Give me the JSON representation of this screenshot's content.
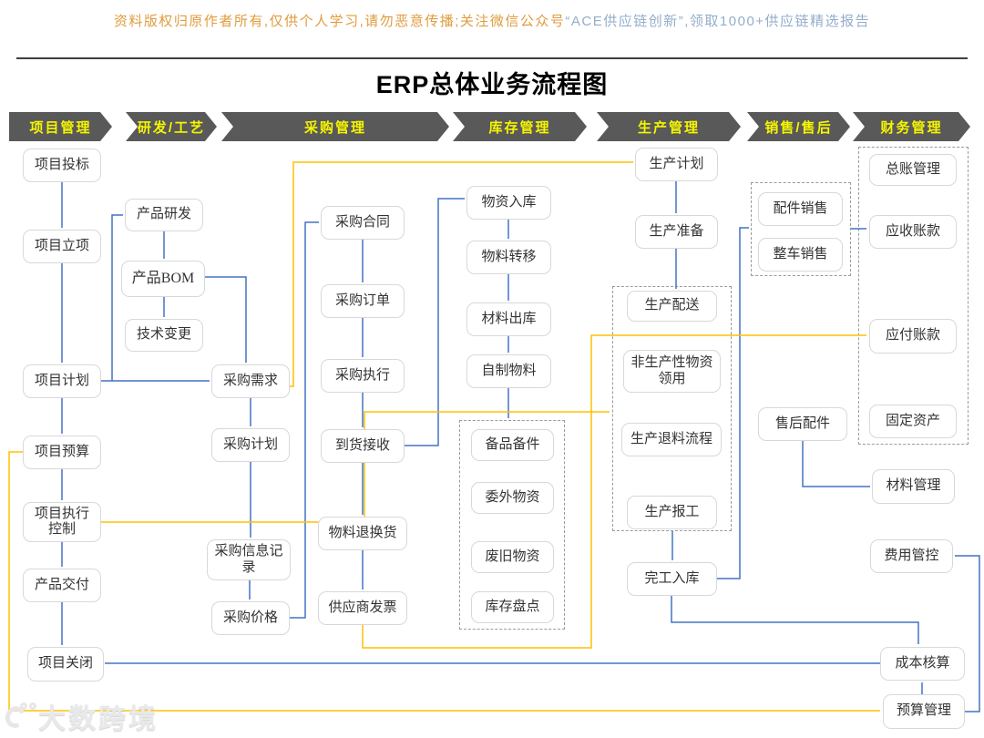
{
  "notice": {
    "part1": "资料版权归原作者所有,仅供个人学习,请勿恶意传播;关注微信公众号",
    "part2": "“ACE供应链创新”",
    "part3": ",领取1000+供应链精选报告"
  },
  "title": "ERP总体业务流程图",
  "lanes": [
    {
      "label": "项目管理"
    },
    {
      "label": "研发/工艺"
    },
    {
      "label": "采购管理"
    },
    {
      "label": "库存管理"
    },
    {
      "label": "生产管理"
    },
    {
      "label": "销售/售后"
    },
    {
      "label": "财务管理"
    }
  ],
  "nodes": {
    "project_bid": "项目投标",
    "project_initiation": "项目立项",
    "project_plan": "项目计划",
    "project_budget": "项目预算",
    "project_execution_control": "项目执行控制",
    "product_delivery": "产品交付",
    "project_close": "项目关闭",
    "product_rd": "产品研发",
    "product_bom": "产品BOM",
    "tech_change": "技术变更",
    "purchase_demand": "采购需求",
    "purchase_plan": "采购计划",
    "purchase_info_record": "采购信息记录",
    "purchase_price": "采购价格",
    "purchase_contract": "采购合同",
    "purchase_order": "采购订单",
    "purchase_execution": "采购执行",
    "goods_receipt": "到货接收",
    "material_return_exchange": "物料退换货",
    "supplier_invoice": "供应商发票",
    "material_inbound": "物资入库",
    "material_transfer": "物料转移",
    "material_outbound": "材料出库",
    "self_made_material": "自制物料",
    "spare_parts": "备品备件",
    "outsourced_material": "委外物资",
    "scrap_material": "废旧物资",
    "inventory_count": "库存盘点",
    "production_plan": "生产计划",
    "production_prep": "生产准备",
    "production_distribution": "生产配送",
    "non_production_material_requisition": "非生产性物资领用",
    "production_return_process": "生产退料流程",
    "production_reporting": "生产报工",
    "finished_goods_inbound": "完工入库",
    "parts_sales": "配件销售",
    "vehicle_sales": "整车销售",
    "aftersales_parts": "售后配件",
    "general_ledger": "总账管理",
    "accounts_receivable": "应收账款",
    "accounts_payable": "应付账款",
    "fixed_assets": "固定资产",
    "material_mgmt": "材料管理",
    "expense_control": "费用管控",
    "cost_accounting": "成本核算",
    "budget_mgmt": "预算管理"
  },
  "footer_watermark": {
    "brand": "大数跨境"
  },
  "colors": {
    "lane_background": "#595959",
    "lane_text": "#F5F500",
    "connector_blue": "#4472C4",
    "connector_yellow": "#FFC000",
    "notice_orange": "#E09C3F",
    "notice_blue": "#94ADCB",
    "node_border": "#D8D8D8"
  }
}
